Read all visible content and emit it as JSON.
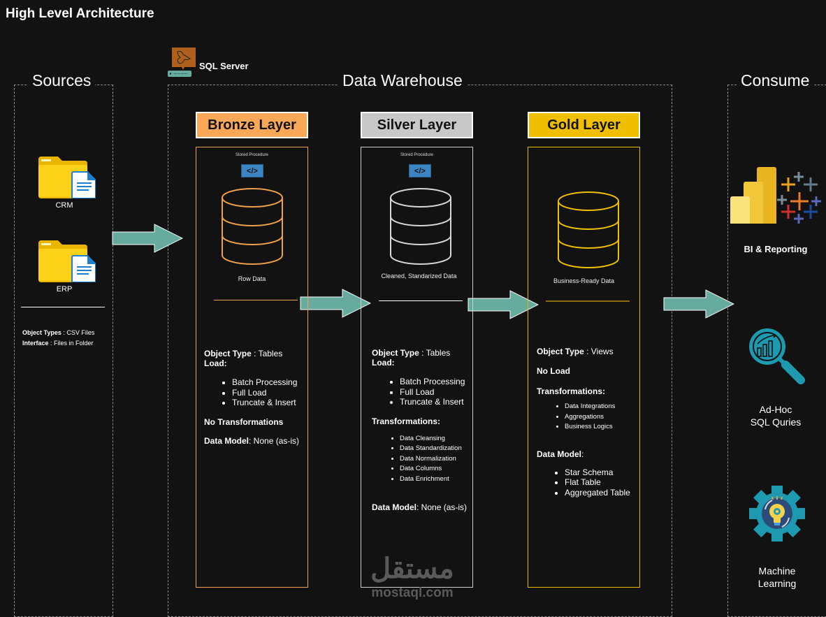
{
  "page_title": "High Level Architecture",
  "sql_server": {
    "label": "SQL Server",
    "icon": "sql-server-icon"
  },
  "sections": {
    "sources": "Sources",
    "data_warehouse": "Data Warehouse",
    "consume": "Consume"
  },
  "sources": {
    "items": [
      {
        "label": "CRM",
        "icon": "folder-document-icon"
      },
      {
        "label": "ERP",
        "icon": "folder-document-icon"
      }
    ],
    "object_types_label": "Object Types",
    "object_types_value": " : CSV Files",
    "interface_label": "Interface",
    "interface_value": " : Files in Folder"
  },
  "layers": {
    "bronze": {
      "title": "Bronze Layer",
      "color": "#f9a857",
      "border": "#f0a04b",
      "stored_procedure": "Stored Procedure",
      "code_icon": "</>",
      "db_label": "Row Data",
      "object_type_label": "Object Type",
      "object_type_value": " : Tables",
      "load_label": "Load:",
      "load_items": [
        "Batch Processing",
        "Full Load",
        "Truncate & Insert"
      ],
      "transformations": "No Transformations",
      "data_model_label": "Data Model",
      "data_model_value": ": None (as-is)"
    },
    "silver": {
      "title": "Silver Layer",
      "color": "#c8c8c8",
      "border": "#cfcfcf",
      "stored_procedure": "Stored Procedure",
      "code_icon": "</>",
      "db_label": "Cleaned, Standarized Data",
      "object_type_label": "Object Type",
      "object_type_value": " : Tables",
      "load_label": "Load:",
      "load_items": [
        "Batch Processing",
        "Full Load",
        "Truncate & Insert"
      ],
      "transformations_label": "Transformations:",
      "transformation_items": [
        "Data Cleansing",
        "Data Standardization",
        "Data Normalization",
        "Data Columns",
        "Data Enrichment"
      ],
      "data_model_label": "Data Model",
      "data_model_value": ": None (as-is)"
    },
    "gold": {
      "title": "Gold Layer",
      "color": "#f0c000",
      "border": "#e8b800",
      "db_label": "Business-Ready Data",
      "object_type_label": "Object Type",
      "object_type_value": " : Views",
      "load": "No Load",
      "transformations_label": "Transformations:",
      "transformation_items": [
        "Data Integrations",
        "Aggregations",
        "Business Logics"
      ],
      "data_model_label": "Data Model",
      "data_model_value": ":",
      "data_model_items": [
        "Star Schema",
        "Flat Table",
        "Aggregated Table"
      ]
    }
  },
  "consume": {
    "items": [
      {
        "label": "BI & Reporting",
        "icon": "power-bi-tableau-icon"
      },
      {
        "label_line1": "Ad-Hoc",
        "label_line2": "SQL Quries",
        "icon": "magnifier-chart-icon"
      },
      {
        "label_line1": "Machine",
        "label_line2": "Learning",
        "icon": "gear-lightbulb-icon"
      }
    ]
  },
  "watermark": {
    "arabic": "مستقل",
    "latin": "mostaql.com"
  },
  "colors": {
    "arrow": "#67ab9f",
    "background": "#121212"
  }
}
